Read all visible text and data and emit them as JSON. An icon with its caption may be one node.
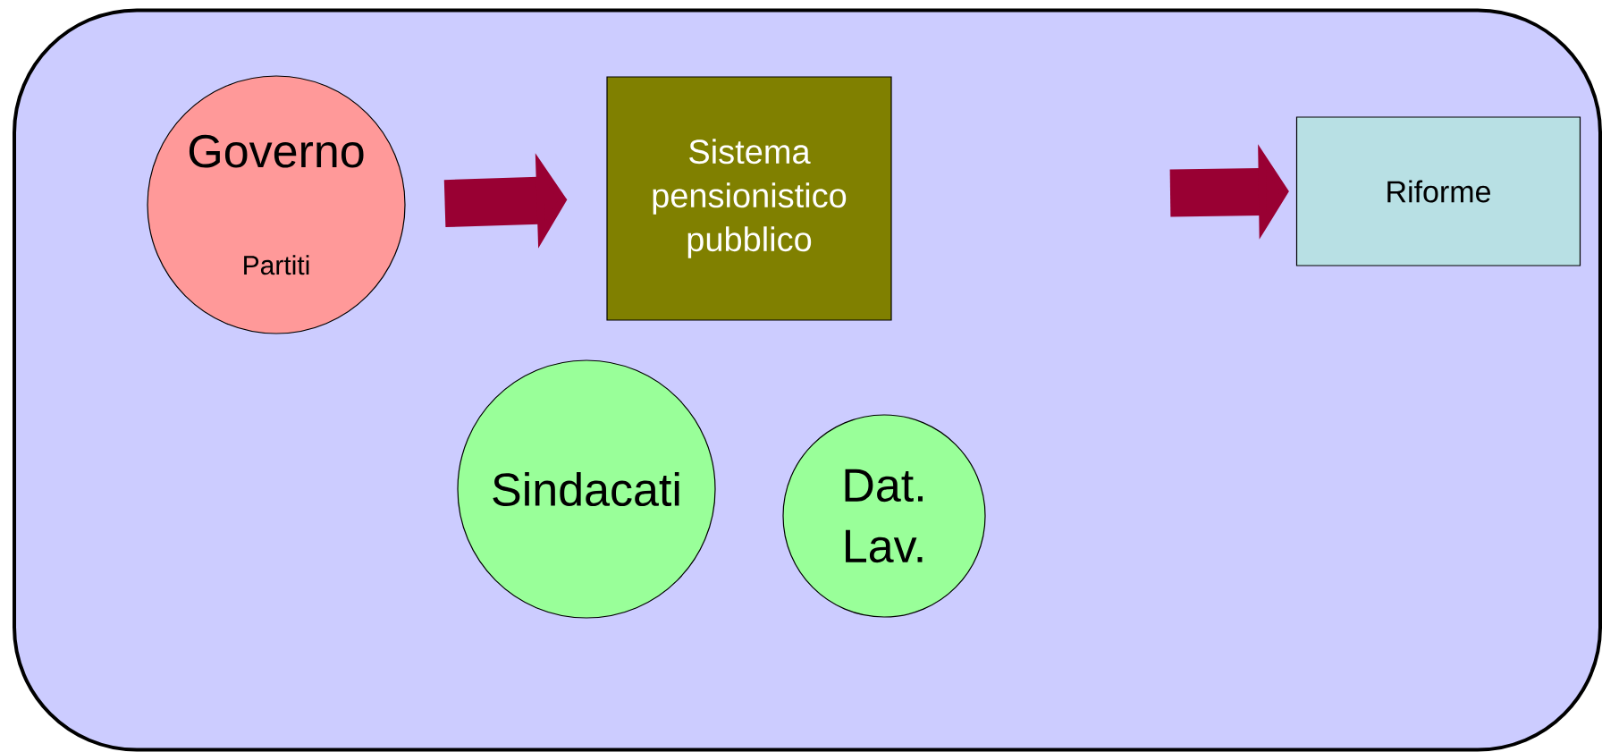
{
  "diagram": {
    "nodes": [
      {
        "text": [],
        "shape": "box"
      },
      {
        "text": [
          "Governo",
          "Partiti"
        ],
        "in": 0
      },
      {
        "text": [
          "Sistema pensionistico pubblico"
        ],
        "in": 0
      },
      {
        "text": [
          "Riforme"
        ],
        "in": 0
      },
      {
        "text": [
          "Sindacati"
        ],
        "in": 0
      },
      {
        "text": [
          "Dat. Lav."
        ],
        "in": 0
      }
    ],
    "edges": [
      {
        "from": 1,
        "to": 2,
        "arrow": "to"
      },
      {
        "from": null,
        "to": 3,
        "arrow": "to"
      }
    ]
  }
}
